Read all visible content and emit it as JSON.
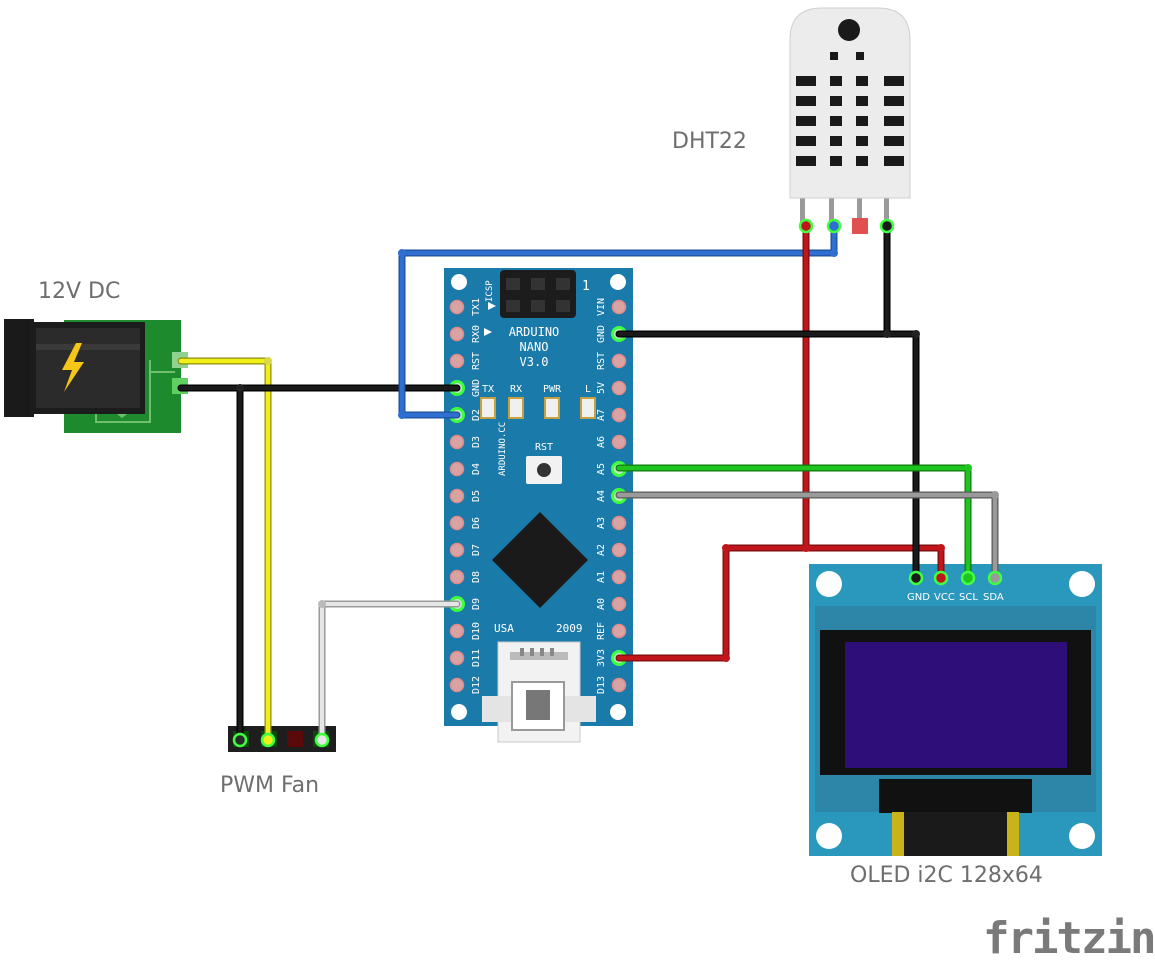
{
  "labels": {
    "dc": "12V DC",
    "dht": "DHT22",
    "fan": "PWM Fan",
    "oled": "OLED i2C 128x64",
    "watermark": "fritzing"
  },
  "nano": {
    "icsp": "ICSP",
    "icsp_num": "1",
    "name_lines": [
      "ARDUINO",
      "NANO",
      "V3.0"
    ],
    "led_labels": [
      "TX",
      "RX",
      "PWR",
      "L"
    ],
    "site": "ARDUINO.CC",
    "reset": "RST",
    "usa": "USA",
    "year": "2009",
    "left_pins": [
      "TX1",
      "RX0",
      "RST",
      "GND",
      "D2",
      "D3",
      "D4",
      "D5",
      "D6",
      "D7",
      "D8",
      "D9",
      "D10",
      "D11",
      "D12"
    ],
    "right_pins": [
      "VIN",
      "GND",
      "RST",
      "5V",
      "A7",
      "A6",
      "A5",
      "A4",
      "A3",
      "A2",
      "A1",
      "A0",
      "REF",
      "3V3",
      "D13"
    ]
  },
  "oled_pins": [
    "GND",
    "VCC",
    "SCL",
    "SDA"
  ],
  "colors": {
    "wire_black": "#1a1a1a",
    "wire_red": "#c0161b",
    "wire_blue": "#2f6fd1",
    "wire_yellow": "#f0f018",
    "wire_green": "#1fc41f",
    "wire_gray": "#8c8c8c",
    "wire_white": "#d8d8d8",
    "nano_board": "#1a7aaa",
    "oled_board": "#2a97bd",
    "oled_screen": "#2e0f7a",
    "dc_pcb": "#1e8a2e"
  },
  "icons": [
    "power-bolt-icon"
  ]
}
